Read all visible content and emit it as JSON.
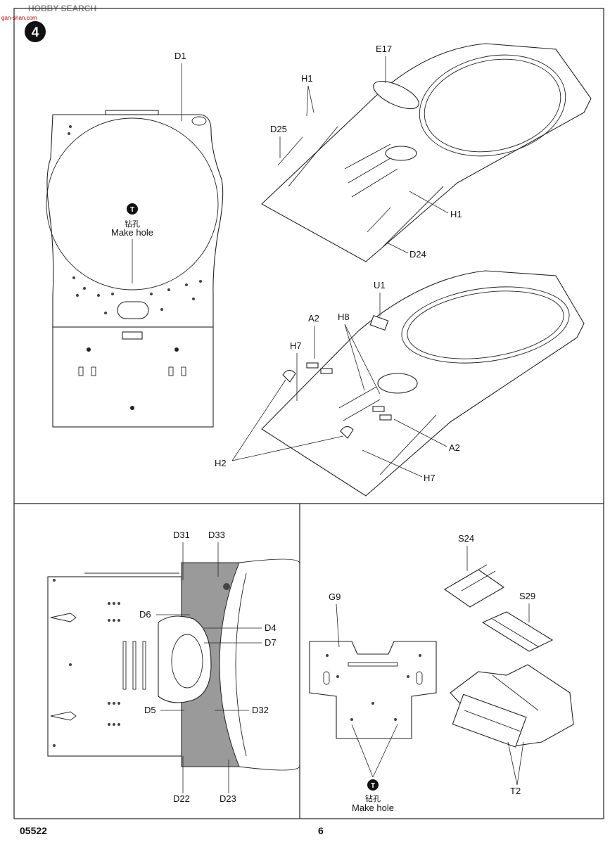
{
  "watermark": {
    "brand": "HOBBY SEARCH",
    "sub": "gan-shan.com"
  },
  "step": {
    "number": "4"
  },
  "panel_top": {
    "left_part": "D1",
    "left_drill": {
      "symbol": "T",
      "cn": "钻孔",
      "en": "Make hole"
    },
    "upper_assembly": [
      "E17",
      "H1",
      "D25",
      "H1",
      "D24"
    ],
    "lower_assembly": [
      "U1",
      "A2",
      "H8",
      "H7",
      "A2",
      "H2",
      "H7"
    ]
  },
  "panel_bottom_left": {
    "labels": [
      "D31",
      "D33",
      "D6",
      "D4",
      "D7",
      "D5",
      "D32",
      "D22",
      "D23"
    ]
  },
  "panel_bottom_right": {
    "labels": [
      "S24",
      "G9",
      "S29",
      "T2"
    ],
    "drill": {
      "symbol": "T",
      "cn": "钻孔",
      "en": "Make hole"
    }
  },
  "footer": {
    "code": "05522",
    "page": "6"
  }
}
